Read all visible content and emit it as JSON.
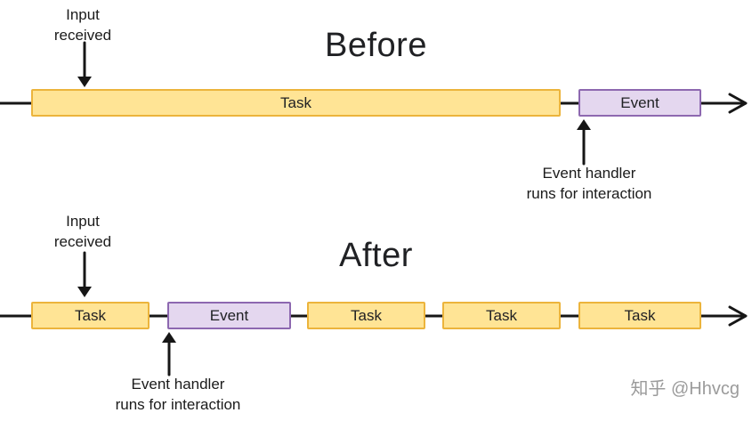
{
  "colors": {
    "task_fill": "#ffe495",
    "task_border": "#ecb43c",
    "event_fill": "#e4d7ef",
    "event_border": "#8d68b0",
    "line": "#161616",
    "watermark": "#9b9b9b"
  },
  "before": {
    "title": "Before",
    "input_label": "Input\nreceived",
    "handler_label": "Event handler\nruns for interaction",
    "boxes": [
      {
        "type": "task",
        "label": "Task"
      },
      {
        "type": "event",
        "label": "Event"
      }
    ]
  },
  "after": {
    "title": "After",
    "input_label": "Input\nreceived",
    "handler_label": "Event handler\nruns for interaction",
    "boxes": [
      {
        "type": "task",
        "label": "Task"
      },
      {
        "type": "event",
        "label": "Event"
      },
      {
        "type": "task",
        "label": "Task"
      },
      {
        "type": "task",
        "label": "Task"
      },
      {
        "type": "task",
        "label": "Task"
      }
    ]
  },
  "watermark": "知乎 @Hhvcg"
}
